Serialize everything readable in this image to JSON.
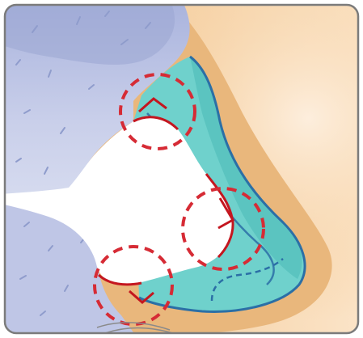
{
  "diagram": {
    "colors": {
      "background": "#f7d8b2",
      "skin": "#f2c98f",
      "skin_shadow": "#e7b57b",
      "tissue": "#c2c8e6",
      "tissue_dark": "#9aa6cf",
      "implant": "#5fc9c6",
      "implant_outline": "#2b6fa6",
      "gap_fill": "#ffffff",
      "marker": "#d62b35",
      "marker_solid": "#c4161f",
      "frame": "#7b7b7b"
    },
    "icons": [
      "dashed-circle-marker",
      "right-angle-marker"
    ],
    "marker_count": 3
  }
}
